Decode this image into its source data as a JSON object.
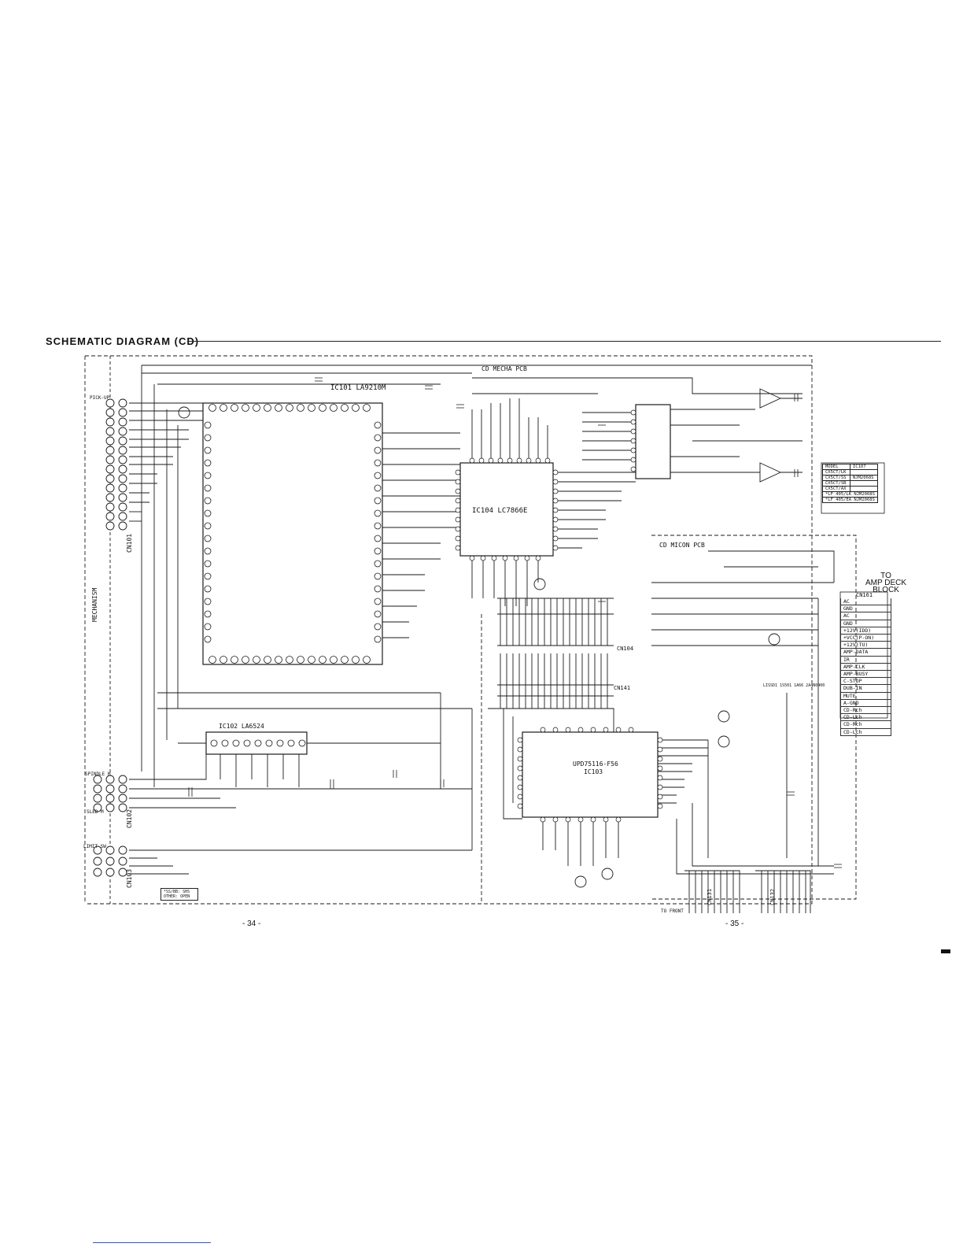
{
  "title": "SCHEMATIC  DIAGRAM (CD)",
  "boards": {
    "mecha": "CD MECHA PCB",
    "micon": "CD MICON PCB"
  },
  "ics": {
    "ic101": "IC101  LA9210M",
    "ic104": "IC104  LC7866E",
    "ic102": "IC102  LA6524",
    "ic103_part": "UPD75116-F56",
    "ic103": "IC103"
  },
  "connectors": {
    "cn101": "CN101",
    "cn102": "CN102",
    "cn103": "CN103",
    "cn104": "CN104",
    "cn141": "CN141",
    "cn161": "CN161",
    "cn131": "CN131",
    "cn132": "CN132"
  },
  "side_labels": {
    "mechanism": "MECHANISM",
    "pickup": "PICK-UP",
    "spindle": "SPINDLE M",
    "sled": "SLED M",
    "limit_sw": "LIMIT SW"
  },
  "to_amp": {
    "line1": "TO",
    "line2": "AMP DECK",
    "line3": "BLOCK"
  },
  "to_front": "TO FRONT",
  "pages": {
    "left": "- 34 -",
    "right": "- 35 -"
  },
  "model_table": {
    "header": [
      "MODEL",
      "IC107"
    ],
    "rows": [
      [
        "CX5CT/LK",
        ""
      ],
      [
        "CX5CT/SS",
        "NJM2068S"
      ],
      [
        "CX5CT/SB",
        ""
      ],
      [
        "CX5CT/AX",
        ""
      ]
    ],
    "notes": [
      "*LF 405/LK  NJM2068S",
      "*LF 405/EA  NJM2068S"
    ]
  },
  "cn161_pins": [
    "AC",
    "GND",
    "AC",
    "GND",
    "+12V(IDD)",
    "+VCC(P-ON)",
    "+12V(TU)",
    "AMP-DATA",
    "IR",
    "AMP-CLK",
    "AMP-BUSY",
    "C-STOP",
    "DUB-IN",
    "MUTE",
    "A-GND",
    "CD-Rch",
    "CD-Lch",
    "CD-Rch",
    "CD-Lch"
  ],
  "misc": {
    "note_open": "*SS/BB: SHS OTHER: OPEN",
    "lissd": "LISSD1 1S501 1A66 2A4N0400"
  }
}
